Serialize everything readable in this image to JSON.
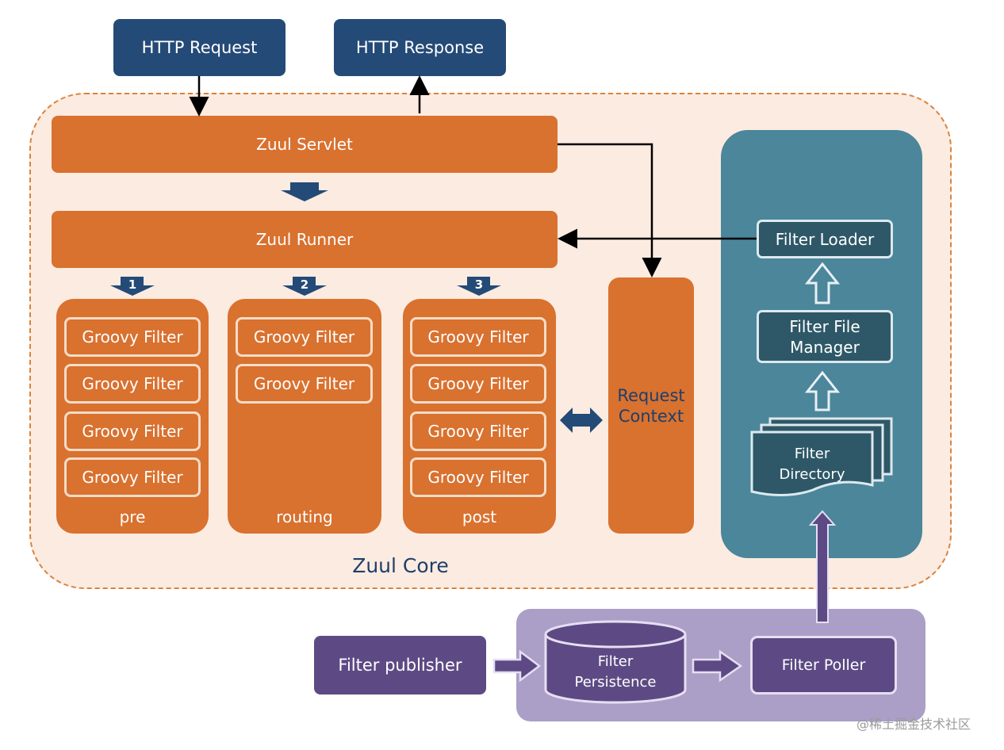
{
  "http": {
    "request": "HTTP Request",
    "response": "HTTP Response"
  },
  "core": {
    "label": "Zuul Core",
    "servlet": "Zuul Servlet",
    "runner": "Zuul Runner",
    "stages": [
      {
        "step": "1",
        "name": "pre",
        "filters": [
          "Groovy Filter",
          "Groovy Filter",
          "Groovy Filter",
          "Groovy Filter"
        ]
      },
      {
        "step": "2",
        "name": "routing",
        "filters": [
          "Groovy Filter",
          "Groovy Filter"
        ]
      },
      {
        "step": "3",
        "name": "post",
        "filters": [
          "Groovy Filter",
          "Groovy Filter",
          "Groovy Filter",
          "Groovy Filter"
        ]
      }
    ],
    "request_context": [
      "Request",
      "Context"
    ]
  },
  "loader": {
    "filter_loader": "Filter Loader",
    "file_manager": [
      "Filter File",
      "Manager"
    ],
    "directory": [
      "Filter",
      "Directory"
    ]
  },
  "persistence": {
    "publisher": "Filter publisher",
    "store": [
      "Filter",
      "Persistence"
    ],
    "poller": "Filter Poller"
  },
  "watermark": "@稀土掘金技术社区",
  "colors": {
    "orange": "#d9712f",
    "navy": "#244a77",
    "teal": "#4b869b",
    "purple": "#5d4a84"
  }
}
